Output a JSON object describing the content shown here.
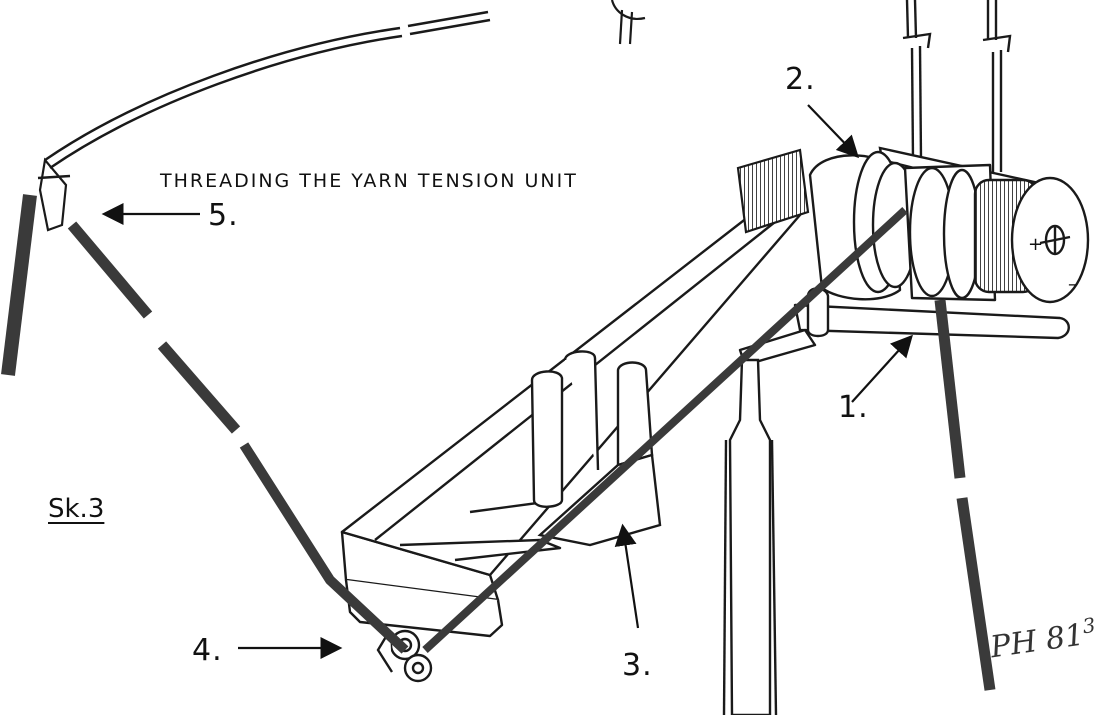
{
  "diagram": {
    "title": "THREADING THE YARN TENSION UNIT",
    "sketch_label": "Sk.3",
    "handwritten_note": "PH 81",
    "handwritten_superscript": "3",
    "callouts": [
      {
        "id": "1",
        "label": "1."
      },
      {
        "id": "2",
        "label": "2."
      },
      {
        "id": "3",
        "label": "3."
      },
      {
        "id": "4",
        "label": "4."
      },
      {
        "id": "5",
        "label": "5."
      }
    ],
    "colors": {
      "line": "#1a1a1a",
      "yarn": "#3a3a3a",
      "background": "#ffffff"
    }
  }
}
